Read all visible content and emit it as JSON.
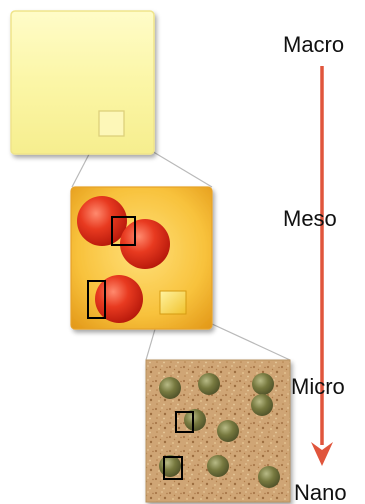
{
  "levels": [
    {
      "id": "macro",
      "label": "Macro"
    },
    {
      "id": "meso",
      "label": "Meso"
    },
    {
      "id": "micro",
      "label": "Micro"
    },
    {
      "id": "nano",
      "label": "Nano"
    }
  ],
  "colors": {
    "macro_fill": "#fbf6a6",
    "macro_border": "#f0e890",
    "meso_fill_light": "#ffd95a",
    "meso_fill_dark": "#e9a51c",
    "sphere_red": "#dd2a16",
    "sphere_highlight": "#f8735a",
    "micro_texture": "#caa070",
    "particle_green": "#6b6d3a",
    "particle_highlight": "#a9ab78",
    "arrow": "#e0553c",
    "connector": "#b9b9b9",
    "box_outline": "#000000"
  }
}
